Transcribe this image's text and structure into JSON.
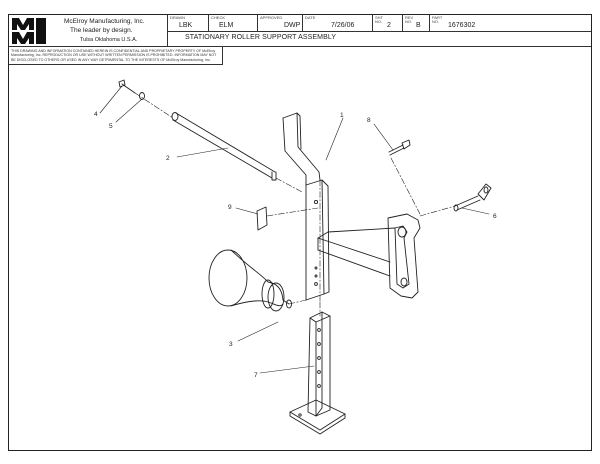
{
  "company": {
    "name": "McElroy Manufacturing, Inc.",
    "slogan": "The leader by design.",
    "location": "Tulsa Oklahoma U.S.A.",
    "logo_letters": "MM"
  },
  "titleblock": {
    "drawn_label": "DRAWN",
    "drawn_value": "LBK",
    "check_label": "CHECK",
    "check_value": "ELM",
    "approved_label": "APPROVED",
    "approved_value": "DWP",
    "date_label": "DATE",
    "date_value": "7/26/06",
    "sheet_label": "SHT NO.",
    "sheet_value": "2",
    "rev_label": "REV NO.",
    "rev_value": "B",
    "part_label": "PART NO.",
    "part_value": "1676302",
    "title": "STATIONARY ROLLER SUPPORT ASSEMBLY",
    "notice": "THIS DRAWING AND INFORMATION CONTAINED HEREIN IS CONFIDENTIAL AND PROPRIETARY PROPERTY OF McElroy Manufacturing, Inc. REPRODUCTION OR USE WITHOUT WRITTEN PERMISSION IS PROHIBITED. INFORMATION MAY NOT BE DISCLOSED TO OTHERS OR USED IN ANY WAY DETRIMENTAL TO THE INTERESTS OF McElroy Manufacturing, Inc."
  },
  "callouts": [
    "1",
    "2",
    "3",
    "4",
    "5",
    "6",
    "7",
    "8",
    "9"
  ]
}
